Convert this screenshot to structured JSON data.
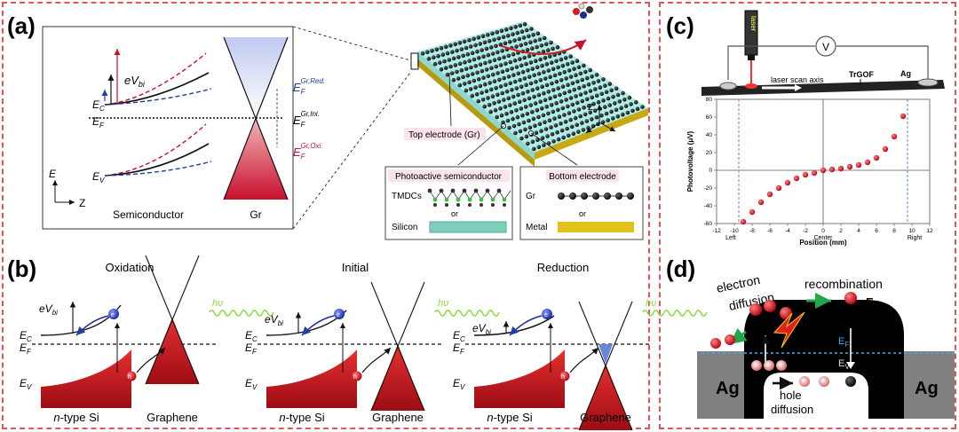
{
  "panels": {
    "a": {
      "label": "(a)",
      "ev_bi": "eV",
      "ev_bi_sub": "bi",
      "ec": "E",
      "ec_sub": "C",
      "ef": "E",
      "ef_sub": "F",
      "ev": "E",
      "ev_sub": "V",
      "ef_red": "E",
      "ef_red_sub": "F",
      "ef_red_sup": "Gr,Red.",
      "ef_ini": "E",
      "ef_ini_sub": "F",
      "ef_ini_sup": "Gr,Ini.",
      "ef_oxi": "E",
      "ef_oxi_sub": "F",
      "ef_oxi_sup": "Gr,Oxi.",
      "axis_e": "E",
      "axis_z": "Z",
      "semiconductor": "Semiconductor",
      "gr": "Gr",
      "top_electrode": "Top electrode (Gr)",
      "photoactive_title": "Photoactive semiconductor",
      "tmdcs": "TMDCs",
      "or1": "or",
      "silicon": "Silicon",
      "bottom_title": "Bottom electrode",
      "gr2": "Gr",
      "or2": "or",
      "metal": "Metal",
      "z_axis": "Z"
    },
    "b": {
      "label": "(b)",
      "oxidation": "Oxidation",
      "initial": "Initial",
      "reduction": "Reduction",
      "ev_bi": "eV",
      "ev_bi_sub": "bi",
      "ec": "E",
      "ec_sub": "C",
      "ef": "E",
      "ef_sub": "F",
      "ev": "E",
      "ev_sub": "V",
      "e_minus": "e",
      "h_plus": "h",
      "hv": "hυ",
      "ntype": "n",
      "ntype_rest": "-type Si",
      "graphene": "Graphene"
    },
    "c": {
      "label": "(c)",
      "laser": "laser",
      "v_symbol": "V",
      "scan_axis": "laser scan axis",
      "trgof": "TrGOF",
      "ag": "Ag",
      "ylabel": "Photovoltage (μV)",
      "xlabel": "Position (mm)",
      "left": "Left",
      "center": "Center",
      "right": "Right"
    },
    "d": {
      "label": "(d)",
      "electron_diffusion_1": "electron",
      "electron_diffusion_2": "diffusion",
      "recombination": "recombination",
      "ec": "E",
      "ec_sub": "C",
      "ef": "E",
      "ef_sub": "F",
      "ev": "E",
      "ev_sub": "V",
      "ag_left": "Ag",
      "ag_right": "Ag",
      "hole_diffusion_1": "hole",
      "hole_diffusion_2": "diffusion"
    }
  },
  "chart_data": {
    "type": "scatter",
    "title": "",
    "xlabel": "Position (mm)",
    "ylabel": "Photovoltage (μV)",
    "xlim": [
      -12,
      12
    ],
    "ylim": [
      -60,
      80
    ],
    "xticks": [
      -12,
      -10,
      -8,
      -6,
      -4,
      -2,
      0,
      2,
      4,
      6,
      8,
      10,
      12
    ],
    "yticks": [
      -60,
      -40,
      -20,
      0,
      20,
      40,
      60,
      80
    ],
    "grid": false,
    "series": [
      {
        "color": "#e11919",
        "x": [
          -9,
          -8,
          -7,
          -6,
          -5,
          -4,
          -3,
          -2,
          -1,
          0,
          1,
          2,
          3,
          4,
          5,
          6,
          7,
          8,
          9
        ],
        "y": [
          -58,
          -47,
          -36,
          -27,
          -20,
          -14,
          -9,
          -5,
          -3,
          0,
          1,
          2,
          4,
          6,
          9,
          14,
          24,
          38,
          61
        ]
      }
    ],
    "reference_lines_x": [
      -9.5,
      9.5
    ]
  },
  "colors": {
    "frame": "#e0555a",
    "red": "#c8102e",
    "blue": "#2040a0",
    "grapheneRed": "#d11c24",
    "arrowGreen": "#22a64a",
    "substrateCyan": "#aeeee8",
    "metalGold": "#e0c21a"
  }
}
